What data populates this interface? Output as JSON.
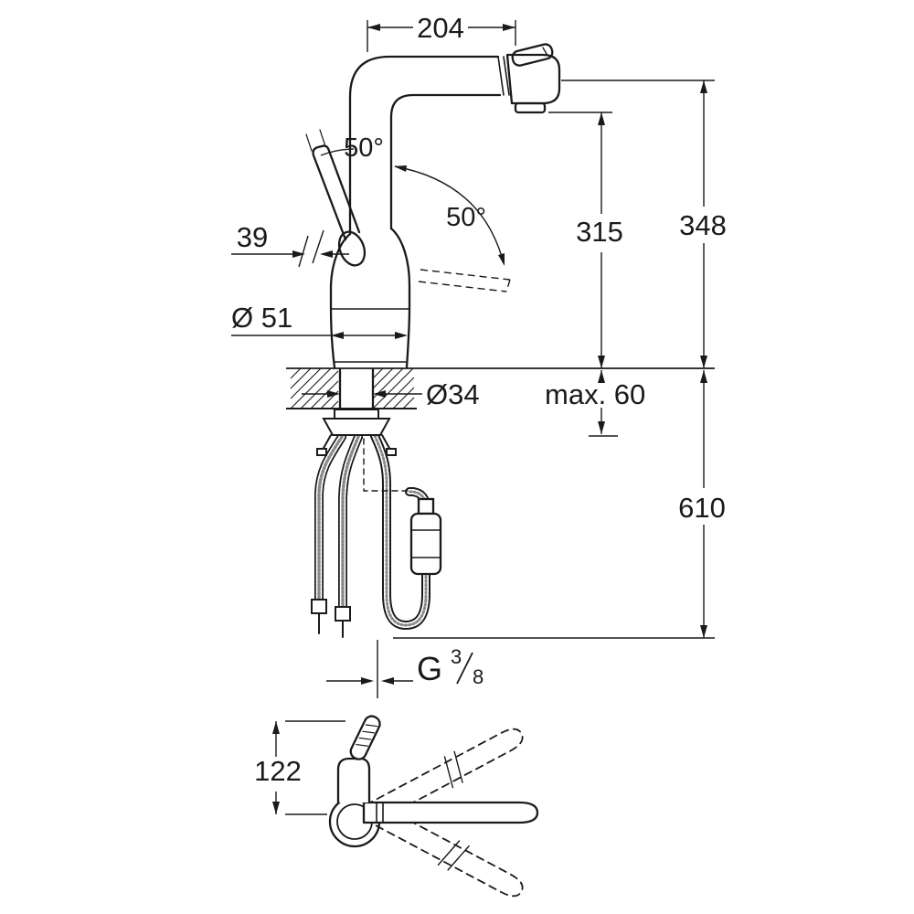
{
  "colors": {
    "line": "#1a1a1a",
    "background": "#ffffff"
  },
  "dims": {
    "spout_reach": "204",
    "handle_angle": "50°",
    "spray_angle": "50°",
    "handle_width": "39",
    "height_to_outlet": "315",
    "height_total": "348",
    "body_diameter": "Ø 51",
    "hole_diameter": "Ø34",
    "deck_max": "max. 60",
    "below_deck": "610",
    "thread_g": "G",
    "thread_num": "3",
    "thread_den": "8",
    "front_height": "122"
  }
}
